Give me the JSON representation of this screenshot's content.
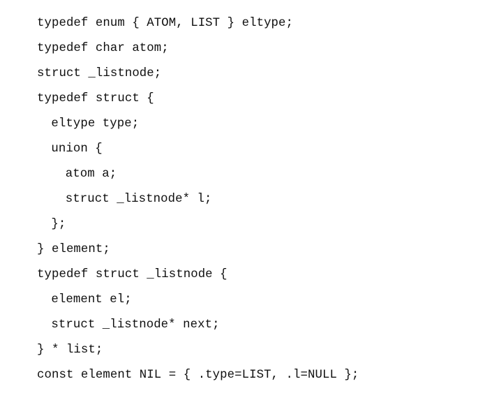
{
  "document": {
    "kind": "code-listing",
    "language": "C",
    "background_color": "#ffffff",
    "text_color": "#101010",
    "line_count": 14
  },
  "code": {
    "lines": [
      {
        "indent": 0,
        "text": "typedef enum { ATOM, LIST } eltype;"
      },
      {
        "indent": 0,
        "text": "typedef char atom;"
      },
      {
        "indent": 0,
        "text": "struct _listnode;"
      },
      {
        "indent": 0,
        "text": "typedef struct {"
      },
      {
        "indent": 1,
        "text": "eltype type;"
      },
      {
        "indent": 1,
        "text": "union {"
      },
      {
        "indent": 2,
        "text": "atom a;"
      },
      {
        "indent": 2,
        "text": "struct _listnode* l;"
      },
      {
        "indent": 1,
        "text": "};"
      },
      {
        "indent": 0,
        "text": "} element;"
      },
      {
        "indent": 0,
        "text": "typedef struct _listnode {"
      },
      {
        "indent": 1,
        "text": "element el;"
      },
      {
        "indent": 1,
        "text": "struct _listnode* next;"
      },
      {
        "indent": 0,
        "text": "} * list;"
      },
      {
        "indent": 0,
        "text": "const element NIL = { .type=LIST, .l=NULL };"
      }
    ]
  }
}
